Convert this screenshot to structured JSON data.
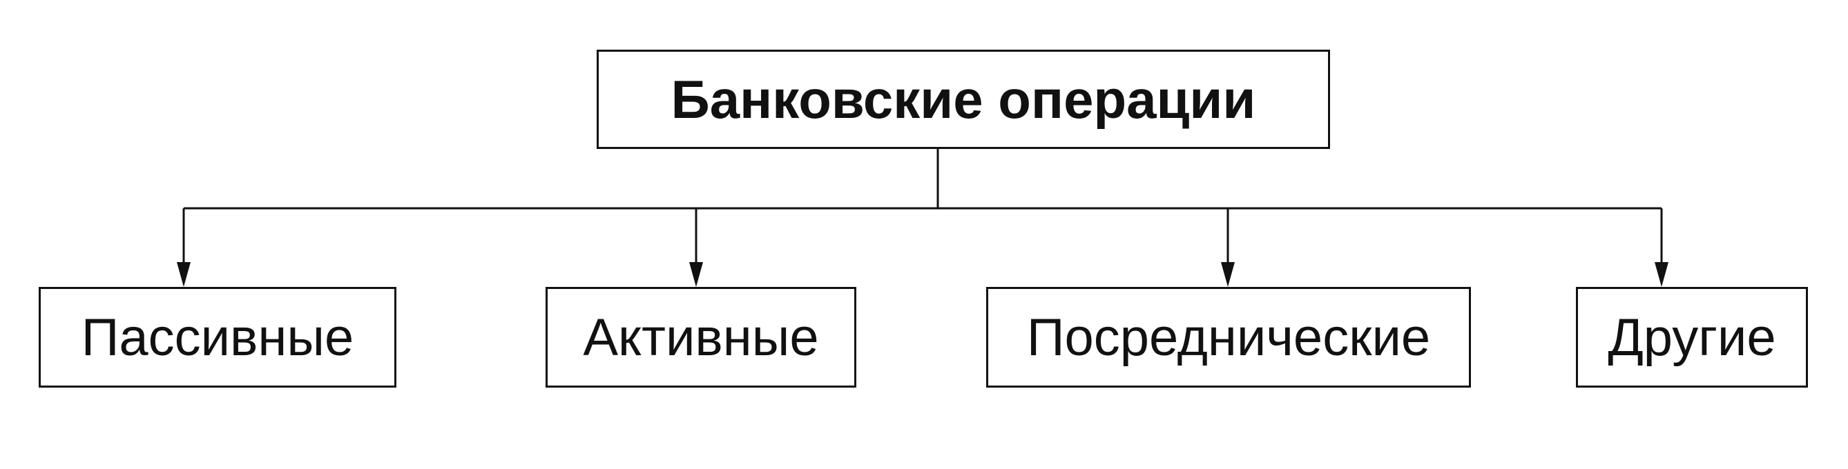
{
  "diagram": {
    "root": {
      "label": "Банковские операции"
    },
    "children": [
      {
        "label": "Пассивные"
      },
      {
        "label": "Активные"
      },
      {
        "label": "Посреднические"
      },
      {
        "label": "Другие"
      }
    ]
  }
}
